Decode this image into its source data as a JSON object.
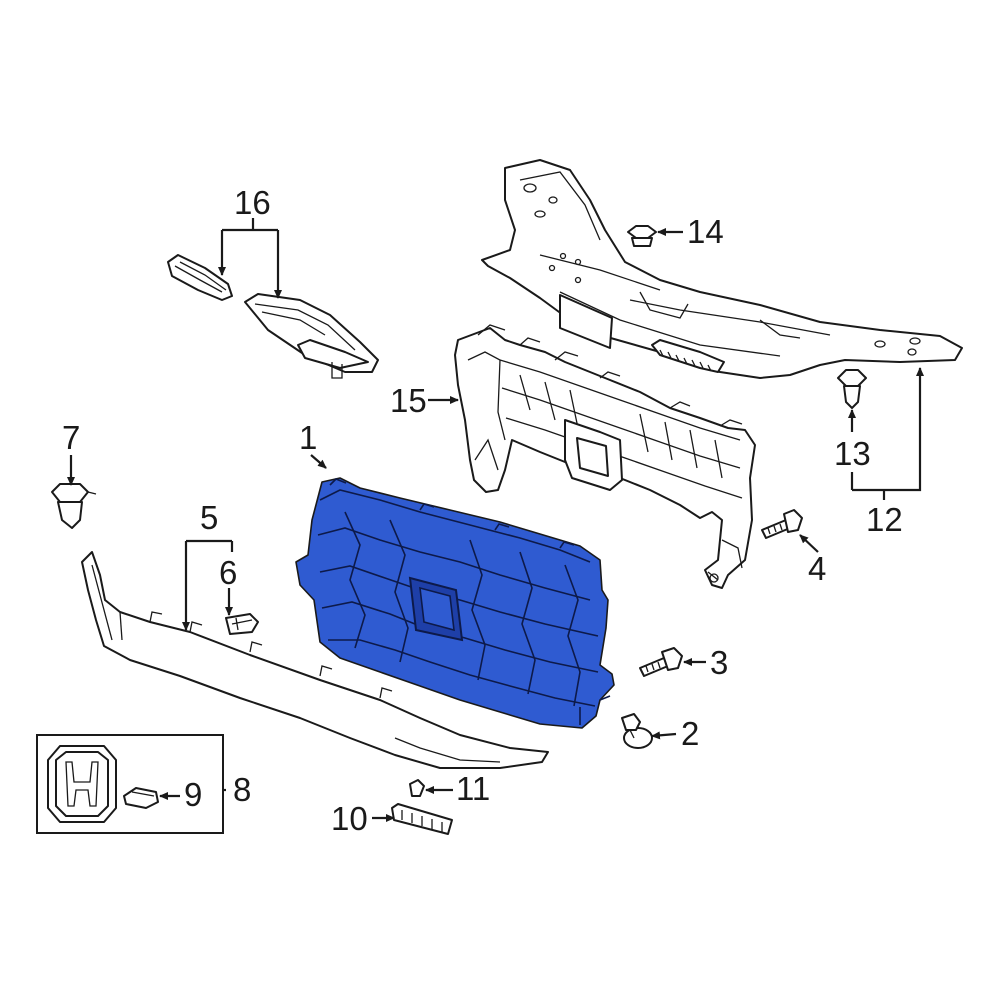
{
  "diagram": {
    "highlight_color": "#2f5bd1",
    "line_color": "#1a1a1a",
    "callouts": {
      "c1": "1",
      "c2": "2",
      "c3": "3",
      "c4": "4",
      "c5": "5",
      "c6": "6",
      "c7": "7",
      "c8": "8",
      "c9": "9",
      "c10": "10",
      "c11": "11",
      "c12": "12",
      "c13": "13",
      "c14": "14",
      "c15": "15",
      "c16": "16"
    },
    "highlighted_part": "1"
  }
}
